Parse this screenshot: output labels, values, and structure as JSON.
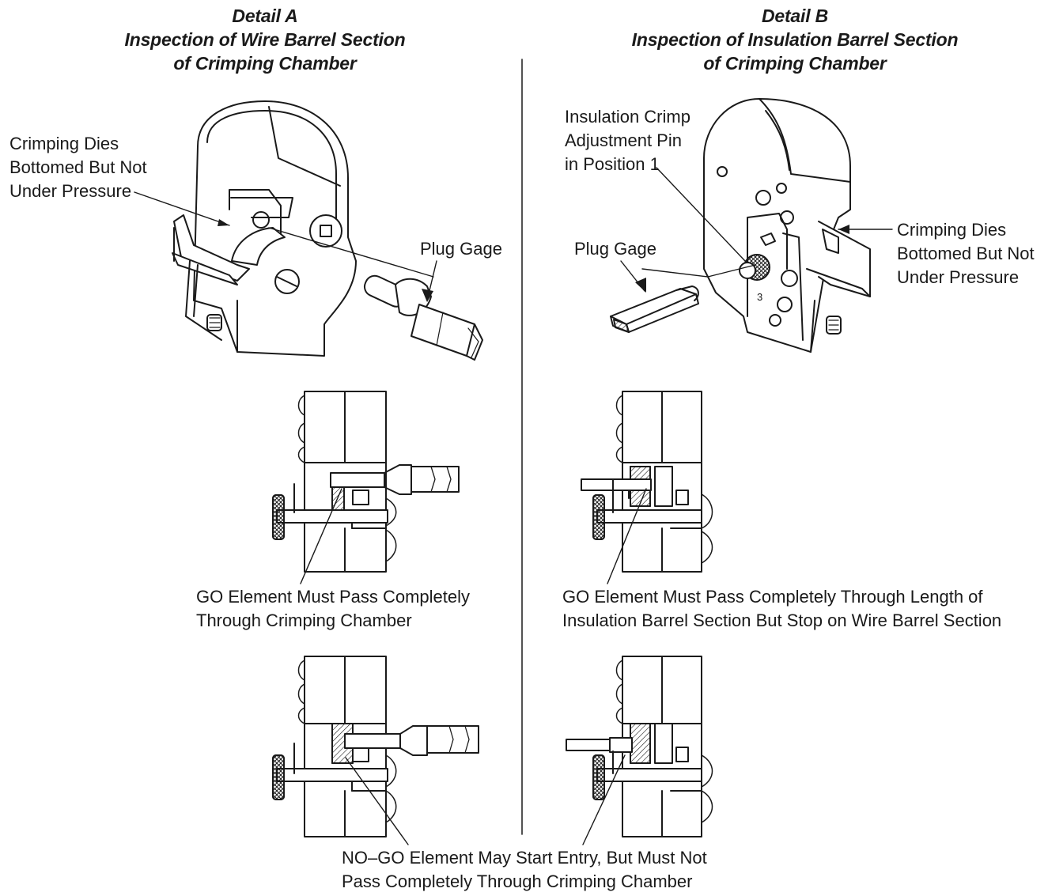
{
  "detail_a": {
    "title": [
      "Detail A",
      "Inspection of Wire Barrel Section",
      "of Crimping Chamber"
    ],
    "crimping_dies_label": [
      "Crimping Dies",
      "Bottomed But Not",
      "Under Pressure"
    ],
    "plug_gage_label": "Plug Gage",
    "go_label": [
      "GO Element Must Pass Completely",
      "Through Crimping Chamber"
    ]
  },
  "detail_b": {
    "title": [
      "Detail B",
      "Inspection of Insulation Barrel Section",
      "of Crimping Chamber"
    ],
    "adjustment_pin_label": [
      "Insulation Crimp",
      "Adjustment Pin",
      "in Position 1"
    ],
    "plug_gage_label": "Plug Gage",
    "crimping_dies_label": [
      "Crimping Dies",
      "Bottomed But Not",
      "Under Pressure"
    ],
    "go_label": [
      "GO Element Must Pass Completely Through Length of",
      "Insulation Barrel Section But Stop on Wire Barrel Section"
    ],
    "pin_position_mark": "3"
  },
  "nogo_label": [
    "NO–GO Element May Start Entry, But Must Not",
    "Pass Completely Through Crimping Chamber"
  ],
  "colors": {
    "ink": "#1a1a1a",
    "background": "#ffffff"
  }
}
